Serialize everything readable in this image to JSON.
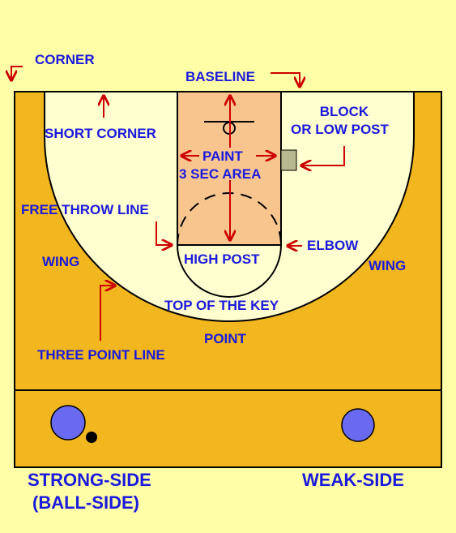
{
  "labels": {
    "corner": "CORNER",
    "baseline": "BASELINE",
    "short_corner": "SHORT CORNER",
    "block_line1": "BLOCK",
    "block_line2": "OR LOW POST",
    "paint": "PAINT",
    "three_sec_area": "3 SEC AREA",
    "free_throw_line": "FREE THROW LINE",
    "elbow": "ELBOW",
    "wing_left": "WING",
    "wing_right": "WING",
    "high_post": "HIGH POST",
    "top_of_key": "TOP OF THE KEY",
    "point": "POINT",
    "three_point_line": "THREE POINT LINE",
    "strong_side_line1": "STRONG-SIDE",
    "strong_side_line2": "(BALL-SIDE)",
    "weak_side": "WEAK-SIDE"
  },
  "colors": {
    "background": "#FFFFA8",
    "court": "#F2B61E",
    "three_point_area": "#FFFFD0",
    "paint": "#F8C58F",
    "label_text": "#1A1ADC",
    "arrows": "#CC0000",
    "player": "#6A6AF0",
    "ball": "#000000",
    "block_marker": "#B8B890"
  }
}
